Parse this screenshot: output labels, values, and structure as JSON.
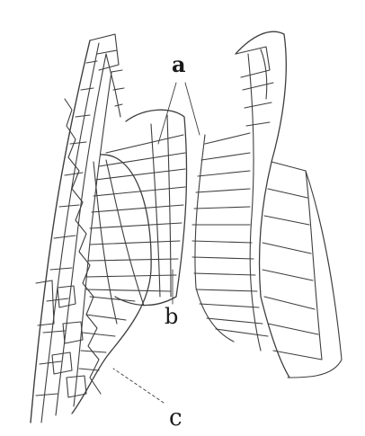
{
  "figure": {
    "labels": {
      "a": "a",
      "b": "b",
      "c": "c"
    },
    "stroke_color": "#2a2a2a",
    "background": "#ffffff"
  }
}
